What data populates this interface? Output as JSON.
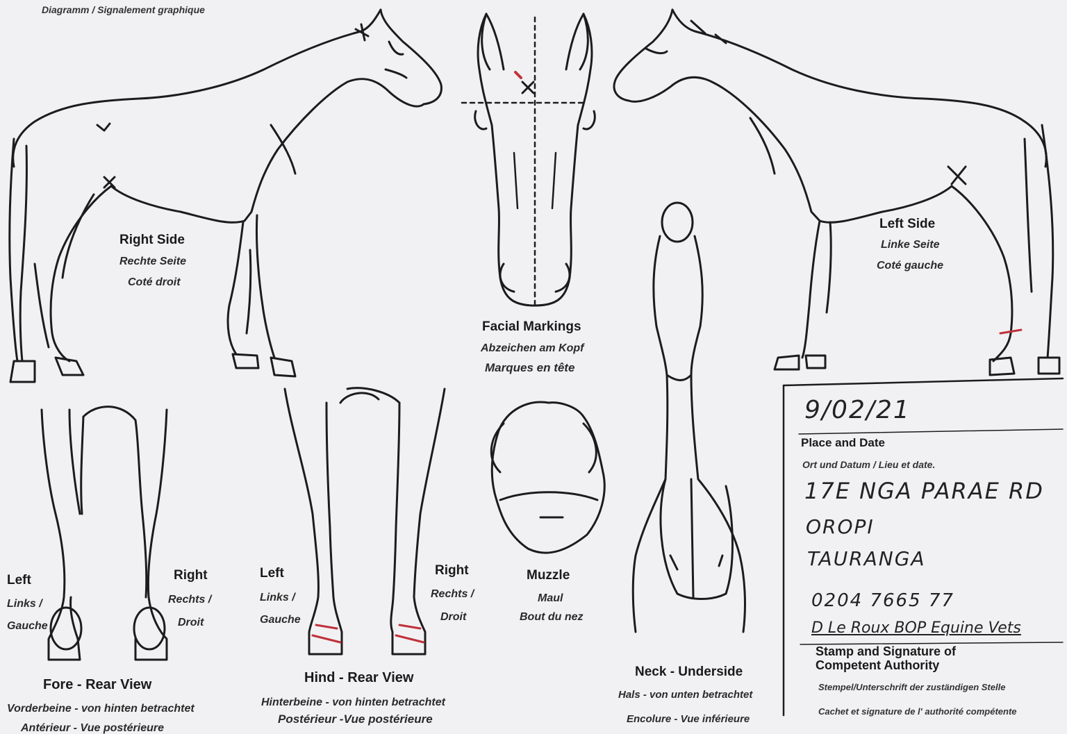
{
  "header": {
    "title": "Diagramm / Signalement graphique"
  },
  "right_side": {
    "title": "Right Side",
    "de": "Rechte Seite",
    "fr": "Coté droit"
  },
  "facial": {
    "title": "Facial Markings",
    "de": "Abzeichen am Kopf",
    "fr": "Marques en tête"
  },
  "left_side": {
    "title": "Left Side",
    "de": "Linke Seite",
    "fr": "Coté gauche"
  },
  "fore": {
    "left": {
      "title": "Left",
      "de": "Links /",
      "fr": "Gauche"
    },
    "right": {
      "title": "Right",
      "de": "Rechts /",
      "fr": "Droit"
    },
    "title": "Fore - Rear View",
    "de": "Vorderbeine - von hinten betrachtet",
    "fr": "Antérieur - Vue postérieure"
  },
  "hind": {
    "left": {
      "title": "Left",
      "de": "Links /",
      "fr": "Gauche"
    },
    "right": {
      "title": "Right",
      "de": "Rechts /",
      "fr": "Droit"
    },
    "title": "Hind - Rear View",
    "de": "Hinterbeine - von hinten betrachtet",
    "fr": "Postérieur -Vue postérieure"
  },
  "muzzle": {
    "title": "Muzzle",
    "de": "Maul",
    "fr": "Bout du nez"
  },
  "neck": {
    "title": "Neck - Underside",
    "de": "Hals - von unten betrachtet",
    "fr": "Encolure - Vue inférieure"
  },
  "authority": {
    "date": "9/02/21",
    "place_label": "Place and Date",
    "place_sub": "Ort und Datum / Lieu et date.",
    "address_1": "17E NGA PARAE RD",
    "address_2": "OROPI",
    "address_3": "TAURANGA",
    "phone": "0204 7665 77",
    "signature": "D Le Roux  BOP Equine Vets",
    "stamp_label_1": "Stamp and Signature of",
    "stamp_label_2": "Competent Authority",
    "stamp_de": "Stempel/Unterschrift der zuständigen Stelle",
    "stamp_fr": "Cachet et signature de l' authorité compétente"
  },
  "colors": {
    "ink": "#1c1c1c",
    "marking": "#c0303a",
    "paper": "#f1f1f3"
  }
}
